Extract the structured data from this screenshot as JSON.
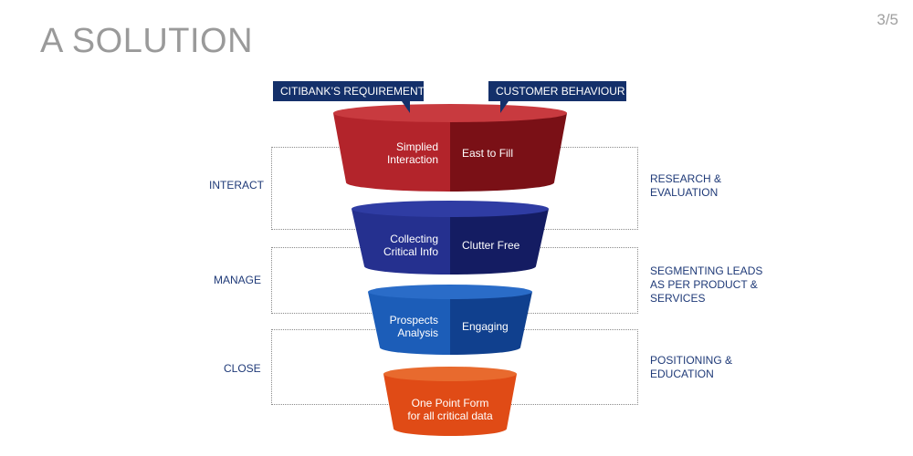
{
  "slide": {
    "title": "A SOLUTION",
    "page_number": "3/5"
  },
  "tags": {
    "left": "CITIBANK’S REQUIREMENT",
    "right": "CUSTOMER BEHAVIOUR"
  },
  "stages": [
    {
      "left_label": "INTERACT",
      "right_label": "RESEARCH &\nEVALUATION",
      "left_text": [
        "Simplied",
        "Interaction"
      ],
      "right_text": [
        "East to Fill"
      ],
      "colors": {
        "left": "#b3242b",
        "right": "#7a1016",
        "rim": "#c83a3f"
      }
    },
    {
      "left_label": "MANAGE",
      "right_label": "SEGMENTING LEADS\nAS PER PRODUCT &\nSERVICES",
      "left_text": [
        "Collecting",
        "Critical Info"
      ],
      "right_text": [
        "Clutter Free"
      ],
      "colors": {
        "left": "#25308f",
        "right": "#141c62",
        "rim": "#2f3ca3"
      }
    },
    {
      "left_label": "CLOSE",
      "right_label": "POSITIONING &\nEDUCATION",
      "left_text": [
        "Prospects",
        "Analysis"
      ],
      "right_text": [
        "Engaging"
      ],
      "colors": {
        "left": "#1c5db8",
        "right": "#10408e",
        "rim": "#2a6cc8"
      }
    }
  ],
  "bottom": {
    "text": [
      "One Point Form",
      "for all critical data"
    ],
    "colors": {
      "body": "#e04b16",
      "rim": "#e86a2e"
    }
  }
}
